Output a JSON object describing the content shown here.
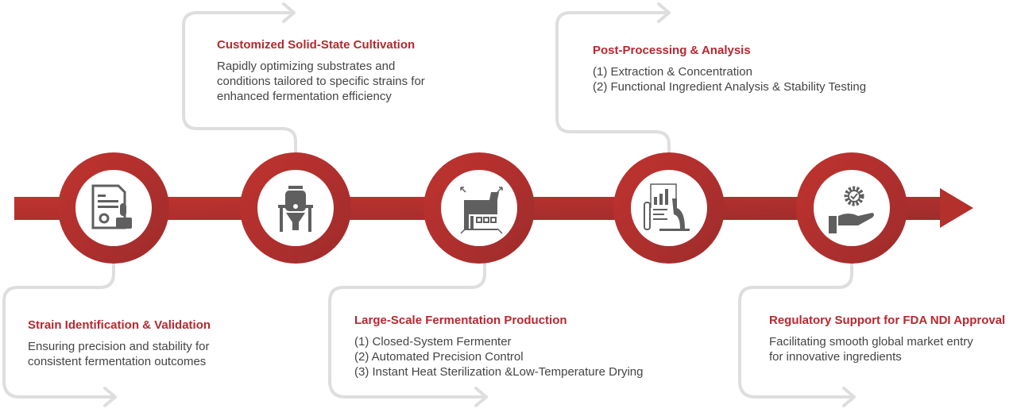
{
  "colors": {
    "accent": "#b7282e",
    "bar": "#b3302d",
    "connector": "#dedede",
    "icon": "#5f5f5f"
  },
  "steps": [
    {
      "title": "Strain Identification & Validation",
      "icon": "document-stamp-icon",
      "lines": [
        "Ensuring precision and stability for",
        "consistent fermentation outcomes"
      ]
    },
    {
      "title": "Customized Solid-State Cultivation",
      "icon": "fermenter-tank-icon",
      "lines": [
        "Rapidly optimizing substrates and",
        "conditions tailored to specific strains for",
        "enhanced fermentation efficiency"
      ]
    },
    {
      "title": "Large-Scale Fermentation Production",
      "icon": "factory-icon",
      "lines": [
        "(1) Closed-System Fermenter",
        "(2) Automated Precision Control",
        "(3) Instant Heat Sterilization &Low-Temperature Drying"
      ]
    },
    {
      "title": "Post-Processing & Analysis",
      "icon": "lab-analysis-icon",
      "lines": [
        "(1) Extraction & Concentration",
        "(2) Functional Ingredient Analysis & Stability Testing"
      ]
    },
    {
      "title": "Regulatory Support for FDA NDI Approval",
      "icon": "hand-gear-check-icon",
      "lines": [
        "Facilitating smooth global market entry",
        "for innovative ingredients"
      ]
    }
  ]
}
